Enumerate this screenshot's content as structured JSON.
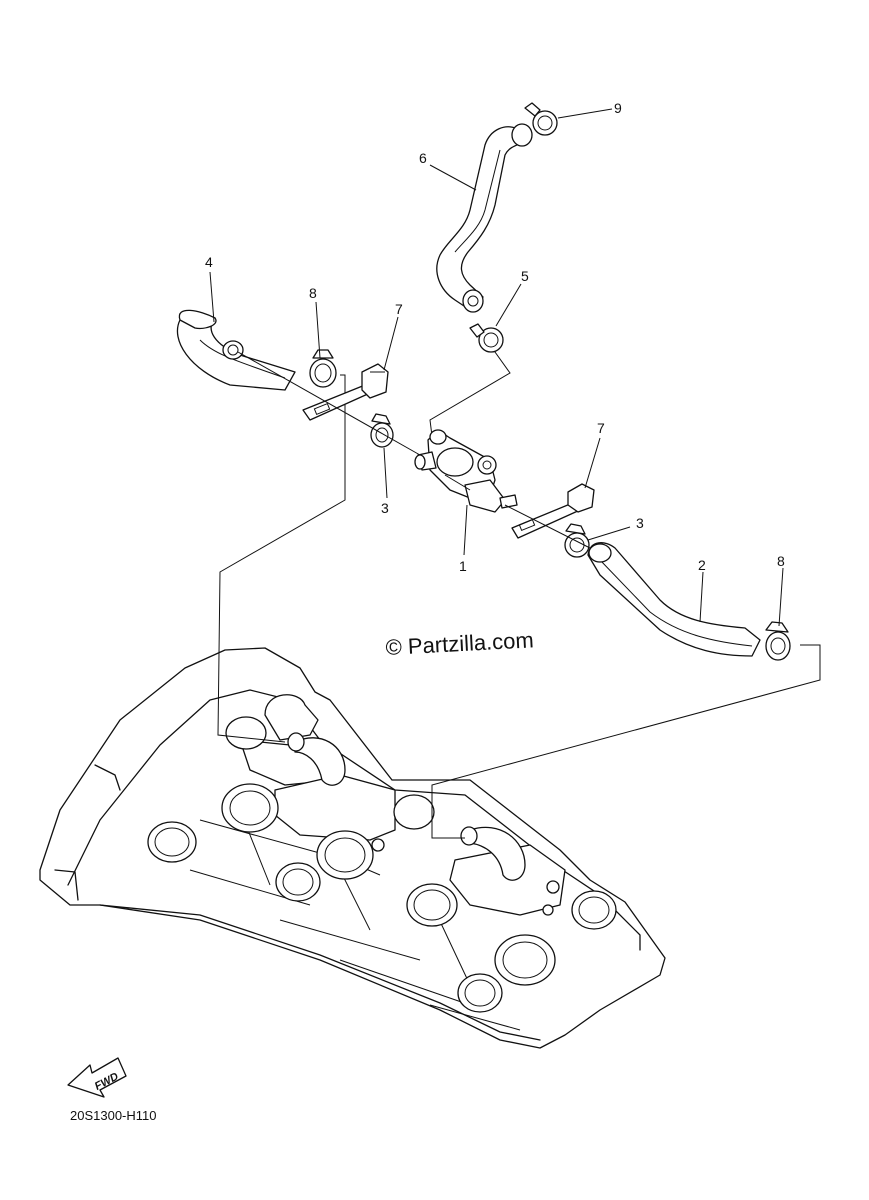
{
  "diagram": {
    "diagram_code": "20S1300-H110",
    "watermark": "© Partzilla.com",
    "direction_label": "FWD",
    "callouts": [
      {
        "id": "c1",
        "number": "1"
      },
      {
        "id": "c2",
        "number": "2"
      },
      {
        "id": "c3a",
        "number": "3"
      },
      {
        "id": "c3b",
        "number": "3"
      },
      {
        "id": "c4",
        "number": "4"
      },
      {
        "id": "c5",
        "number": "5"
      },
      {
        "id": "c6",
        "number": "6"
      },
      {
        "id": "c7a",
        "number": "7"
      },
      {
        "id": "c7b",
        "number": "7"
      },
      {
        "id": "c8a",
        "number": "8"
      },
      {
        "id": "c8b",
        "number": "8"
      },
      {
        "id": "c9",
        "number": "9"
      }
    ]
  }
}
